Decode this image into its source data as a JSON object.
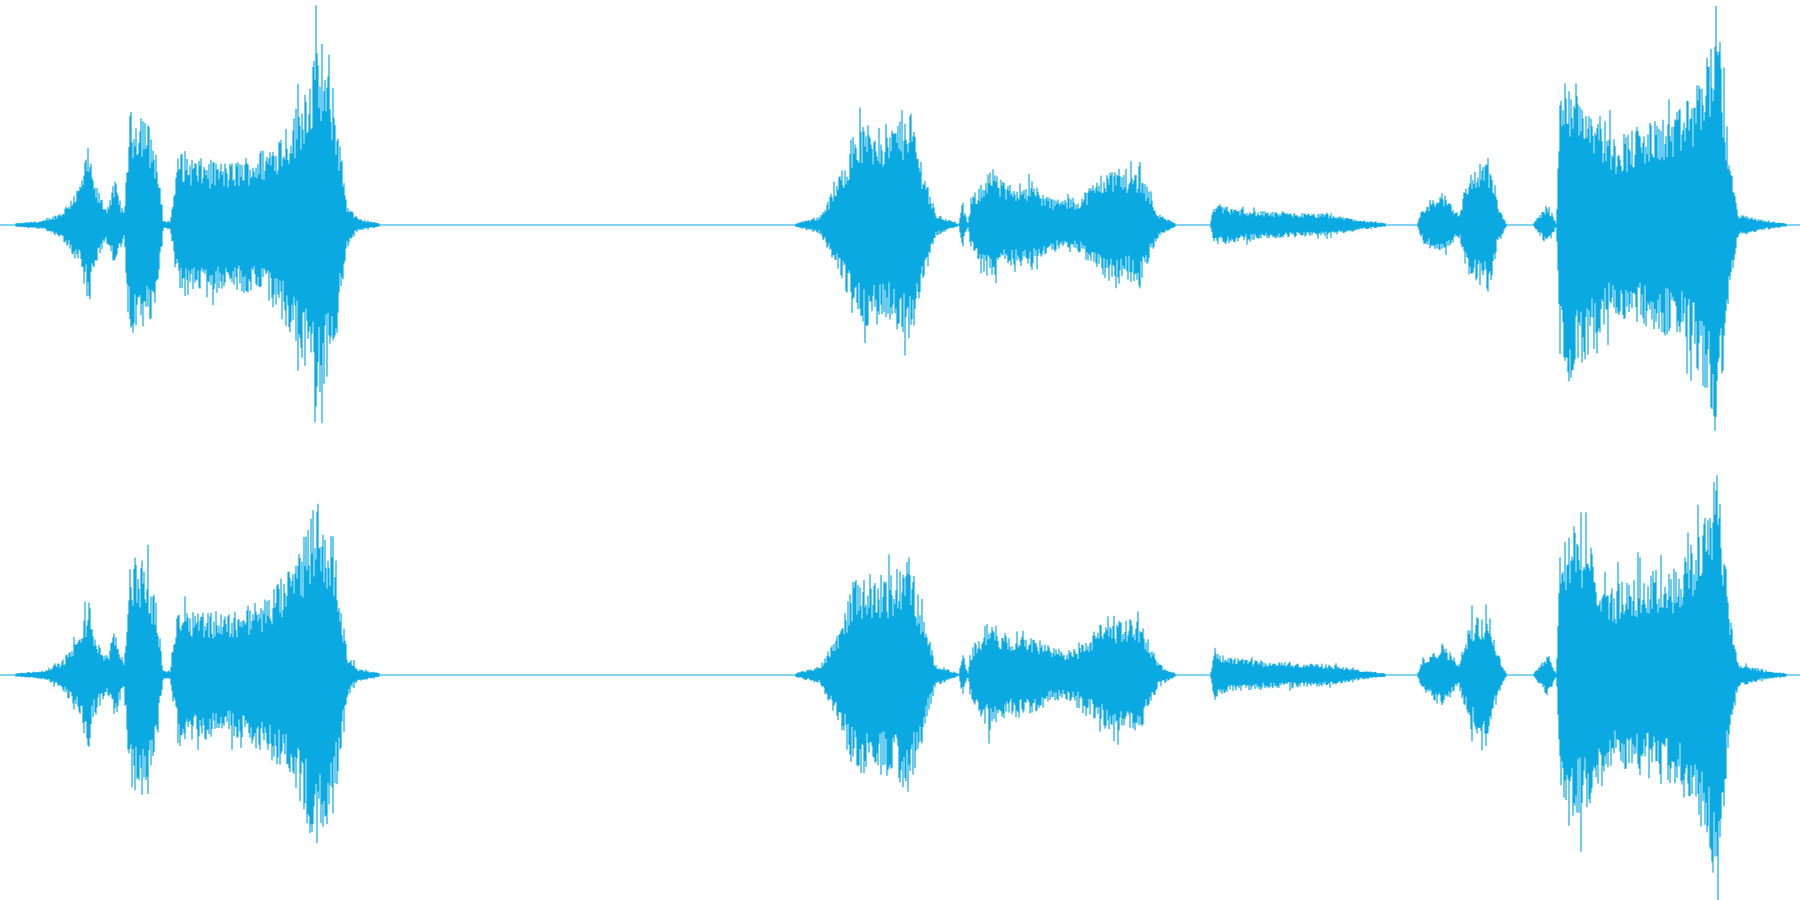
{
  "waveform": {
    "color": "#0aa9e2",
    "channels": [
      {
        "name": "channel-top",
        "envelope": [
          [
            0,
            0.005
          ],
          [
            2,
            0.02
          ],
          [
            3,
            0.06
          ],
          [
            4,
            0.18
          ],
          [
            4.5,
            0.35
          ],
          [
            4.8,
            0.2
          ],
          [
            5.5,
            0.08
          ],
          [
            6.0,
            0.2
          ],
          [
            6.5,
            0.05
          ],
          [
            6.8,
            0.5
          ],
          [
            7.5,
            0.55
          ],
          [
            8.3,
            0.35
          ],
          [
            8.7,
            0.02
          ],
          [
            9.1,
            0.02
          ],
          [
            9.6,
            0.35
          ],
          [
            10.5,
            0.3
          ],
          [
            12.5,
            0.28
          ],
          [
            14.5,
            0.35
          ],
          [
            16.0,
            0.5
          ],
          [
            17.3,
            0.8
          ],
          [
            18.3,
            0.6
          ],
          [
            19.0,
            0.1
          ],
          [
            19.6,
            0.03
          ],
          [
            21.0,
            0.005
          ],
          [
            44,
            0.005
          ],
          [
            45.5,
            0.04
          ],
          [
            46.5,
            0.2
          ],
          [
            47.5,
            0.45
          ],
          [
            49.5,
            0.45
          ],
          [
            50.5,
            0.55
          ],
          [
            51.2,
            0.3
          ],
          [
            52.0,
            0.05
          ],
          [
            53.3,
            0.005
          ],
          [
            53.5,
            0.1
          ],
          [
            53.8,
            0.005
          ],
          [
            54.0,
            0.12
          ],
          [
            55.0,
            0.25
          ],
          [
            56.0,
            0.18
          ],
          [
            57.0,
            0.2
          ],
          [
            58.5,
            0.12
          ],
          [
            60.0,
            0.12
          ],
          [
            61.5,
            0.25
          ],
          [
            63.5,
            0.25
          ],
          [
            64.5,
            0.05
          ],
          [
            65.5,
            0.005
          ],
          [
            67.4,
            0.005
          ],
          [
            67.6,
            0.1
          ],
          [
            68.5,
            0.08
          ],
          [
            70.5,
            0.06
          ],
          [
            74.0,
            0.05
          ],
          [
            76.0,
            0.02
          ],
          [
            77.5,
            0.005
          ],
          [
            79.0,
            0.005
          ],
          [
            79.3,
            0.08
          ],
          [
            80.5,
            0.15
          ],
          [
            81.3,
            0.05
          ],
          [
            82.0,
            0.25
          ],
          [
            83.0,
            0.3
          ],
          [
            83.5,
            0.1
          ],
          [
            84.0,
            0.005
          ],
          [
            85.5,
            0.005
          ],
          [
            86.3,
            0.1
          ],
          [
            86.8,
            0.005
          ],
          [
            87.0,
            0.6
          ],
          [
            87.5,
            0.7
          ],
          [
            89.0,
            0.55
          ],
          [
            90.0,
            0.4
          ],
          [
            91.5,
            0.45
          ],
          [
            93.5,
            0.5
          ],
          [
            94.5,
            0.6
          ],
          [
            95.3,
            0.8
          ],
          [
            95.8,
            1.0
          ],
          [
            96.5,
            0.3
          ],
          [
            97.0,
            0.05
          ],
          [
            98.5,
            0.02
          ],
          [
            100,
            0.005
          ]
        ]
      },
      {
        "name": "channel-bottom",
        "envelope": [
          [
            0,
            0.005
          ],
          [
            2,
            0.02
          ],
          [
            3,
            0.06
          ],
          [
            4,
            0.18
          ],
          [
            4.5,
            0.35
          ],
          [
            4.8,
            0.2
          ],
          [
            5.5,
            0.08
          ],
          [
            6.0,
            0.2
          ],
          [
            6.5,
            0.05
          ],
          [
            6.8,
            0.5
          ],
          [
            7.5,
            0.55
          ],
          [
            8.3,
            0.35
          ],
          [
            8.7,
            0.02
          ],
          [
            9.1,
            0.02
          ],
          [
            9.6,
            0.35
          ],
          [
            10.5,
            0.3
          ],
          [
            12.5,
            0.28
          ],
          [
            14.5,
            0.35
          ],
          [
            16.0,
            0.5
          ],
          [
            17.3,
            0.8
          ],
          [
            18.3,
            0.6
          ],
          [
            19.0,
            0.1
          ],
          [
            19.6,
            0.03
          ],
          [
            21.0,
            0.005
          ],
          [
            44,
            0.005
          ],
          [
            45.5,
            0.04
          ],
          [
            46.5,
            0.2
          ],
          [
            47.5,
            0.45
          ],
          [
            49.5,
            0.45
          ],
          [
            50.5,
            0.55
          ],
          [
            51.2,
            0.3
          ],
          [
            52.0,
            0.05
          ],
          [
            53.3,
            0.005
          ],
          [
            53.5,
            0.1
          ],
          [
            53.8,
            0.005
          ],
          [
            54.0,
            0.12
          ],
          [
            55.0,
            0.25
          ],
          [
            56.0,
            0.18
          ],
          [
            57.0,
            0.2
          ],
          [
            58.5,
            0.12
          ],
          [
            60.0,
            0.12
          ],
          [
            61.5,
            0.25
          ],
          [
            63.5,
            0.25
          ],
          [
            64.5,
            0.05
          ],
          [
            65.5,
            0.005
          ],
          [
            67.4,
            0.005
          ],
          [
            67.6,
            0.1
          ],
          [
            68.5,
            0.08
          ],
          [
            70.5,
            0.06
          ],
          [
            74.0,
            0.05
          ],
          [
            76.0,
            0.02
          ],
          [
            77.5,
            0.005
          ],
          [
            79.0,
            0.005
          ],
          [
            79.3,
            0.08
          ],
          [
            80.5,
            0.15
          ],
          [
            81.3,
            0.05
          ],
          [
            82.0,
            0.25
          ],
          [
            83.0,
            0.3
          ],
          [
            83.5,
            0.1
          ],
          [
            84.0,
            0.005
          ],
          [
            85.5,
            0.005
          ],
          [
            86.3,
            0.1
          ],
          [
            86.8,
            0.005
          ],
          [
            87.0,
            0.6
          ],
          [
            87.5,
            0.7
          ],
          [
            89.0,
            0.55
          ],
          [
            90.0,
            0.4
          ],
          [
            91.5,
            0.45
          ],
          [
            93.5,
            0.5
          ],
          [
            94.5,
            0.6
          ],
          [
            95.3,
            0.8
          ],
          [
            95.8,
            1.0
          ],
          [
            96.5,
            0.3
          ],
          [
            97.0,
            0.05
          ],
          [
            98.5,
            0.02
          ],
          [
            100,
            0.005
          ]
        ]
      }
    ]
  }
}
